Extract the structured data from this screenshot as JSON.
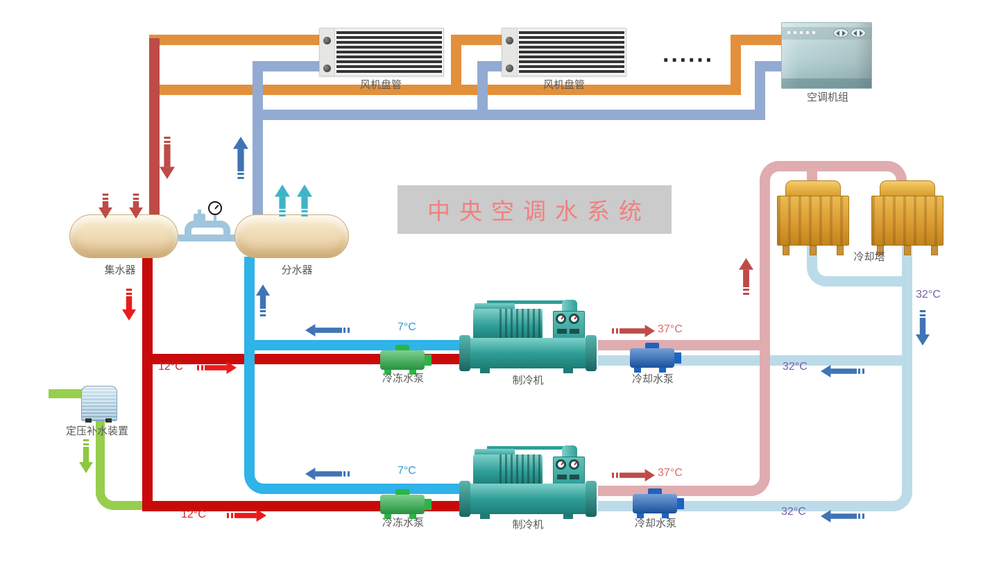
{
  "title": {
    "text": "中央空调水系统"
  },
  "components": {
    "fan_coil_1": "风机盘管",
    "fan_coil_2": "风机盘管",
    "ahu": "空调机组",
    "cooling_tower": "冷却塔",
    "collector": "集水器",
    "distributor": "分水器",
    "makeup_device": "定压补水装置",
    "chiller_1": "制冷机",
    "chiller_2": "制冷机",
    "chilled_pump_1": "冷冻水泵",
    "chilled_pump_2": "冷冻水泵",
    "cooling_pump_1": "冷却水泵",
    "cooling_pump_2": "冷却水泵",
    "ellipsis": "······"
  },
  "temperatures": {
    "chilled_supply_1": "7°C",
    "chilled_supply_2": "7°C",
    "chilled_return_1": "12°C",
    "chilled_return_2": "12°C",
    "cooling_out_1": "37°C",
    "cooling_out_2": "37°C",
    "cooling_return_top": "32°C",
    "cooling_return_1": "32°C",
    "cooling_return_2": "32°C"
  },
  "colors": {
    "orange": "#E2903B",
    "bluegray": "#93ABD3",
    "redbrown": "#BE4B48",
    "redpipe": "#C80A0A",
    "redarrow": "#EA1B1B",
    "cyan": "#2FB3E8",
    "pink": "#DFACB0",
    "lightblue": "#BCDBE8",
    "bypassblue": "#9FC6DE",
    "green": "#97CE4E",
    "greenarrow": "#8FC63F",
    "pumpgreen": "#2DB34A",
    "pumpblue": "#1E63BE",
    "teallight": "#7FD0CA",
    "teal": "#2F9E97",
    "tealdark": "#1D7D76",
    "tealarrow": "#3FB4C6",
    "steelblue": "#3F74B5",
    "gold": "#DFA33E",
    "tan": "#EDD9B5",
    "tanborder": "#C9AD7E",
    "labelgray": "#595959",
    "tempblue": "#2E9BD6",
    "tempred": "#CE2424",
    "tempsalmon": "#DD6A6A",
    "temppurple": "#7A5EA8",
    "titlered": "#F08080",
    "titlebg": "#CBCBCB",
    "ahulight": "#D3E5E6",
    "ahudark": "#93B6BA"
  }
}
